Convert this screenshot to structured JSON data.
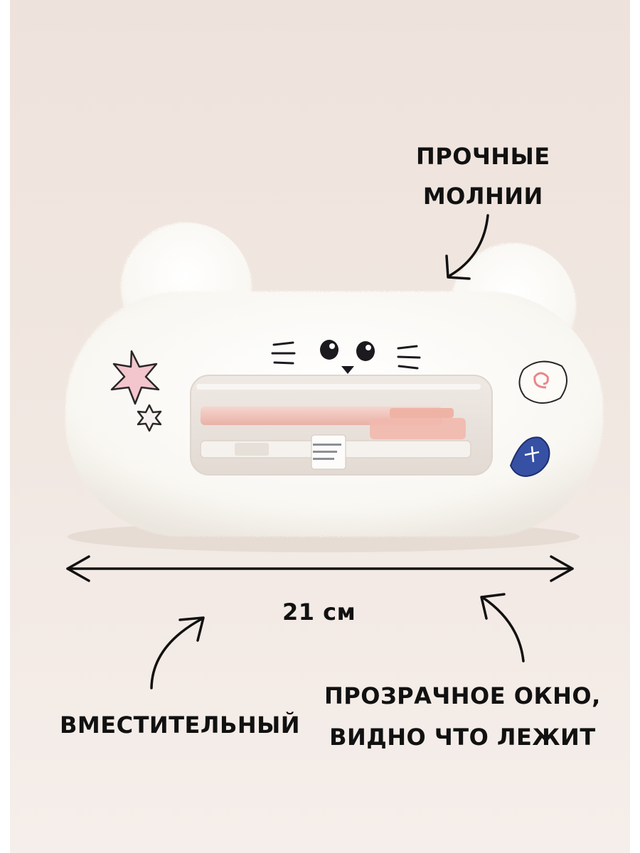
{
  "annotations": {
    "zippers": {
      "line1": "ПРОЧНЫЕ",
      "line2": "МОЛНИИ"
    },
    "width": "21 см",
    "capacity": "ВМЕСТИТЕЛЬНЫЙ",
    "window": {
      "line1": "ПРОЗРАЧНОЕ ОКНО,",
      "line2": "ВИДНО ЧТО ЛЕЖИТ"
    }
  },
  "product": {
    "name": "white plush cat pencil case",
    "colors": {
      "body": "#fbfaf7",
      "background": "#efe5df",
      "text": "#111111"
    }
  }
}
